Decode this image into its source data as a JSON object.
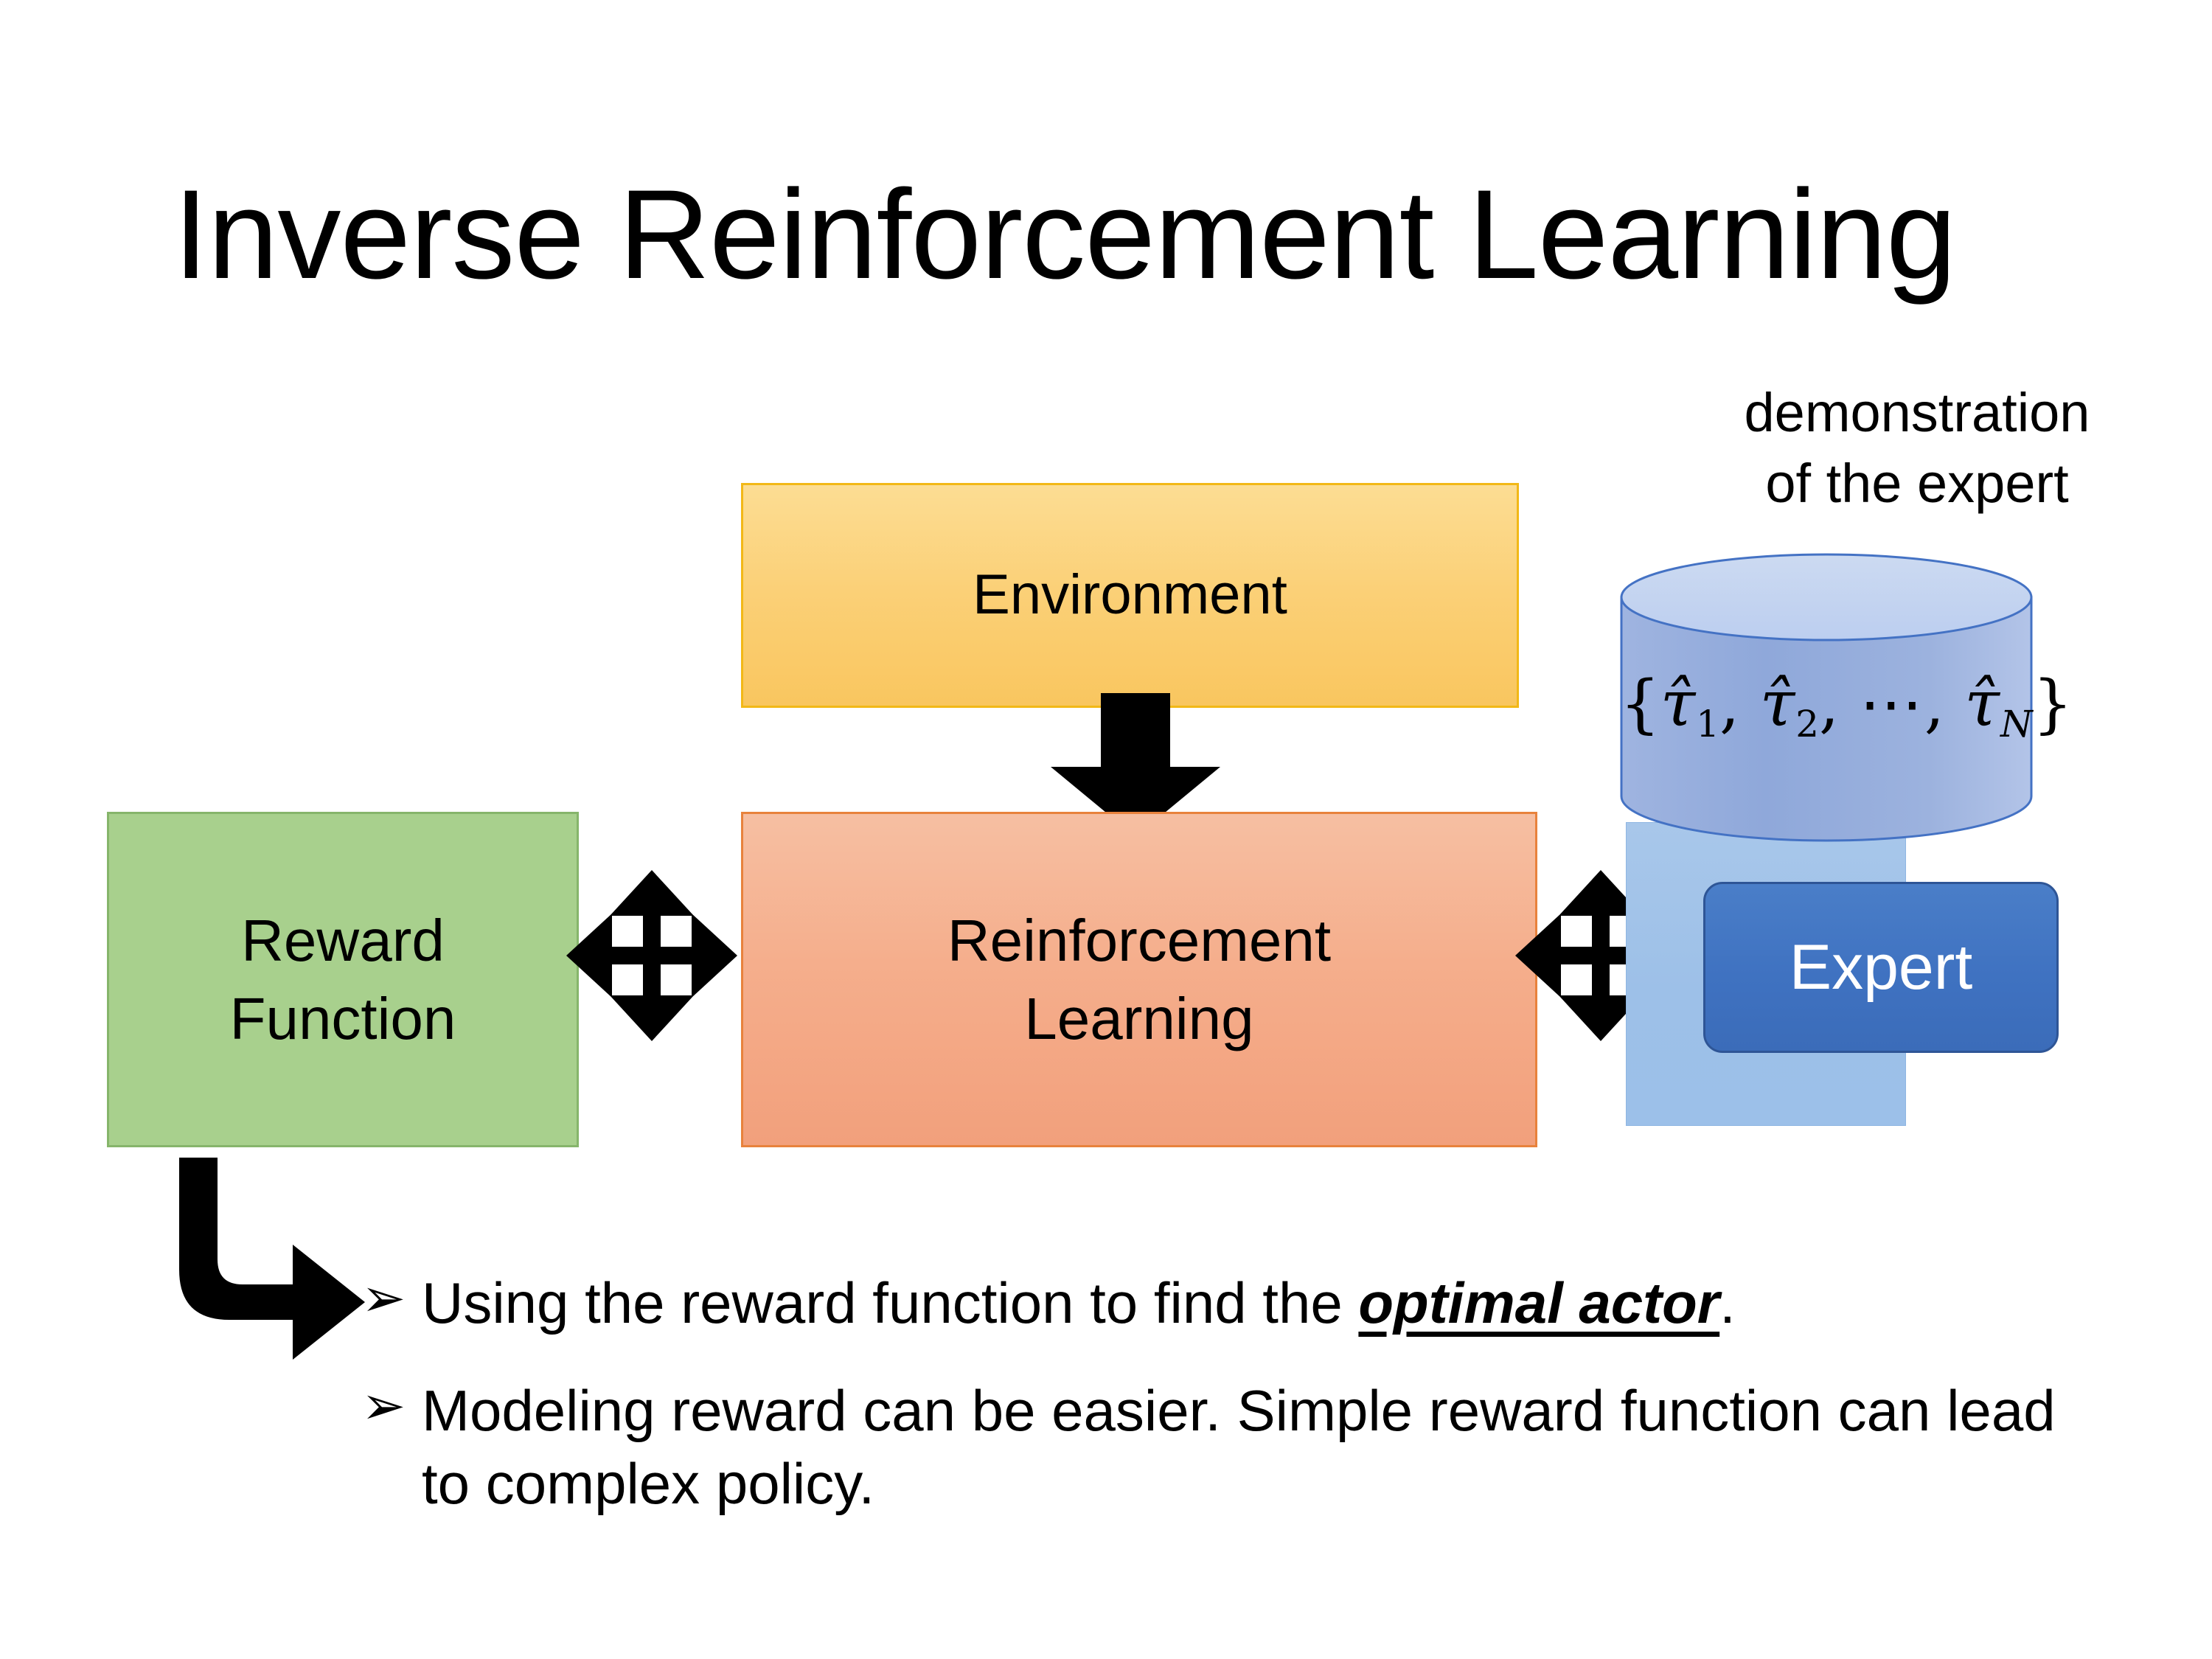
{
  "slide": {
    "title": "Inverse Reinforcement Learning",
    "background_color": "#ffffff"
  },
  "diagram": {
    "environment": {
      "label": "Environment",
      "fill_color": "#fbd077",
      "border_color": "#f2b817"
    },
    "reinforcement_learning": {
      "label_line1": "Reinforcement",
      "label_line2": "Learning",
      "fill_color": "#f5ae8c",
      "border_color": "#e8823c"
    },
    "reward_function": {
      "label_line1": "Reward",
      "label_line2": "Function",
      "fill_color": "#a8d08d",
      "border_color": "#86b56b"
    },
    "demonstration": {
      "caption_line1": "demonstration",
      "caption_line2": "of the expert",
      "formula": {
        "open_brace": "{",
        "tau1": "τ̂",
        "sub1": "1",
        "comma1": ", ",
        "tau2": "τ̂",
        "sub2": "2",
        "comma2": ", ",
        "ellipsis": "⋯",
        "comma3": ", ",
        "tauN": "τ̂",
        "subN": "N",
        "close_brace": "}",
        "plain": "{τ̂1, τ̂2, ⋯, τ̂N}"
      },
      "cylinder_top_color": "#c5d6ef",
      "cylinder_body_color": "#9bb1dd",
      "cylinder_border_color": "#4472c4"
    },
    "expert": {
      "label": "Expert",
      "fill_color": "#3f72c1",
      "border_color": "#2e5596",
      "text_color": "#ffffff",
      "panel_color": "#9dc0e8"
    },
    "arrows": {
      "env_to_rl": "down-arrow",
      "reward_rl": "quad-arrow",
      "rl_expert": "quad-arrow",
      "reward_to_bullets": "bent-arrow",
      "color": "#000000"
    }
  },
  "bullets": [
    {
      "marker": "➢",
      "prefix": "Using the reward function to find the ",
      "emphasis": "optimal actor",
      "suffix": "."
    },
    {
      "marker": "➢",
      "prefix": "Modeling reward can be easier. Simple reward function can lead to complex policy.",
      "emphasis": "",
      "suffix": ""
    }
  ]
}
